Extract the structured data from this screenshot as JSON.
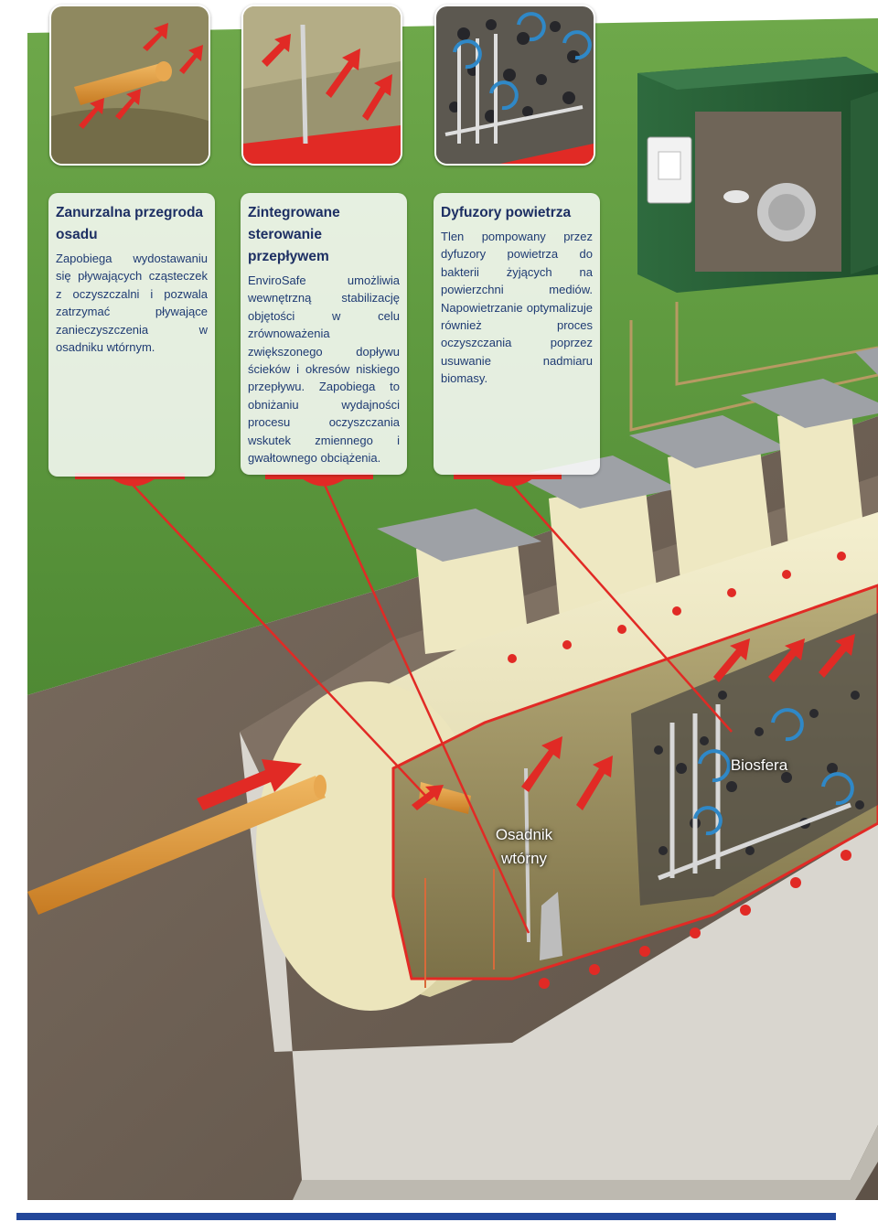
{
  "cards": [
    {
      "title": "Zanurzalna przegroda osadu",
      "text": "Zapobiega wydostawaniu się pływających cząsteczek z oczyszczalni i pozwala zatrzymać pływające zanieczyszczenia w osadniku wtórnym."
    },
    {
      "title": "Zintegrowane sterowanie przepływem",
      "text": "EnviroSafe umożliwia wewnętrzną stabilizację objętości w celu zrównoważenia zwiększonego dopływu ścieków i okresów niskiego przepływu. Zapobiega to obniżaniu wydajności procesu oczyszczania wskutek zmiennego i gwałtownego obciążenia."
    },
    {
      "title": "Dyfuzory powietrza",
      "text": "Tlen pompowany przez dyfuzory powietrza do bakterii żyjących na powierzchni mediów. Napowietrzanie optymalizuje również proces oczyszczania poprzez usuwanie nadmiaru biomasy."
    }
  ],
  "labels": {
    "biosfera": "Biosfera",
    "osadnik": "Osadnik wtórny"
  },
  "colors": {
    "grass": "#5f9a3f",
    "soil": "#6c5e52",
    "tank": "#eee8c2",
    "kiosk": "#2f6a3f",
    "arrow": "#e12a25",
    "title": "#1d2f63",
    "text": "#1f3b73"
  }
}
